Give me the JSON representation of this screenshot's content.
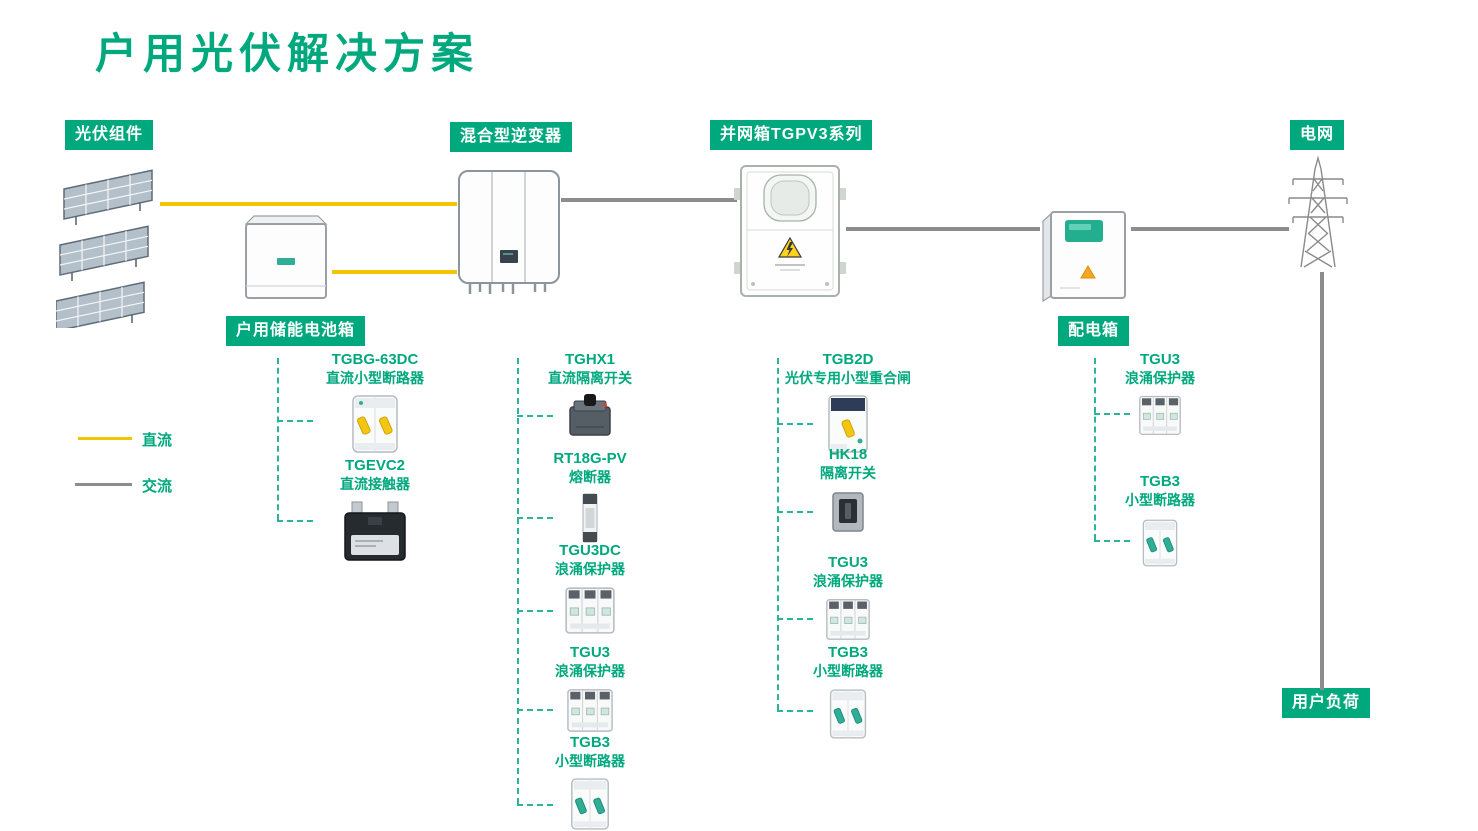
{
  "title": "户用光伏解决方案",
  "labels": {
    "pv_modules": "光伏组件",
    "inverter": "混合型逆变器",
    "grid_box": "并网箱TGPV3系列",
    "grid": "电网",
    "battery_box": "户用储能电池箱",
    "dist_box": "配电箱",
    "user_load": "用户负荷"
  },
  "legend": {
    "dc_label": "直流",
    "ac_label": "交流"
  },
  "colors": {
    "brand_green": "#00A87E",
    "dc_yellow": "#F2C500",
    "ac_gray": "#8C8C8C"
  },
  "battery_components": [
    {
      "model": "TGBG-63DC",
      "desc": "直流小型断路器"
    },
    {
      "model": "TGEVC2",
      "desc": "直流接触器"
    }
  ],
  "inverter_components": [
    {
      "model": "TGHX1",
      "desc": "直流隔离开关"
    },
    {
      "model": "RT18G-PV",
      "desc": "熔断器"
    },
    {
      "model": "TGU3DC",
      "desc": "浪涌保护器"
    },
    {
      "model": "TGU3",
      "desc": "浪涌保护器"
    },
    {
      "model": "TGB3",
      "desc": "小型断路器"
    }
  ],
  "gridbox_components": [
    {
      "model": "TGB2D",
      "desc": "光伏专用小型重合闸"
    },
    {
      "model": "HK18",
      "desc": "隔离开关"
    },
    {
      "model": "TGU3",
      "desc": "浪涌保护器"
    },
    {
      "model": "TGB3",
      "desc": "小型断路器"
    }
  ],
  "distbox_components": [
    {
      "model": "TGU3",
      "desc": "浪涌保护器"
    },
    {
      "model": "TGB3",
      "desc": "小型断路器"
    }
  ]
}
